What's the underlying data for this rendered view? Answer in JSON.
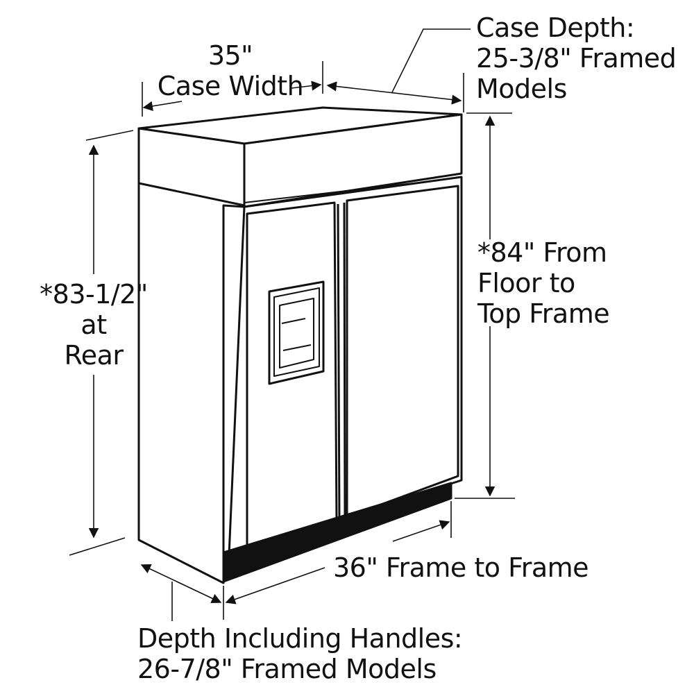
{
  "colors": {
    "ink": "#111111",
    "paper": "#ffffff",
    "toekick": "#111111"
  },
  "labels": {
    "case_width": {
      "line1": "35\"",
      "line2": "Case Width"
    },
    "case_depth": {
      "line1": "Case Depth:",
      "line2": "25-3/8\" Framed",
      "line3": "Models"
    },
    "rear_height": {
      "line1": "*83-1/2\"",
      "line2": "at",
      "line3": "Rear"
    },
    "frame_height": {
      "line1": "*84\" From",
      "line2": "Floor to",
      "line3": "Top Frame"
    },
    "frame_width": {
      "line1": "36\" Frame to Frame"
    },
    "handle_depth": {
      "line1": "Depth Including Handles:",
      "line2": "26-7/8\" Framed Models"
    }
  }
}
